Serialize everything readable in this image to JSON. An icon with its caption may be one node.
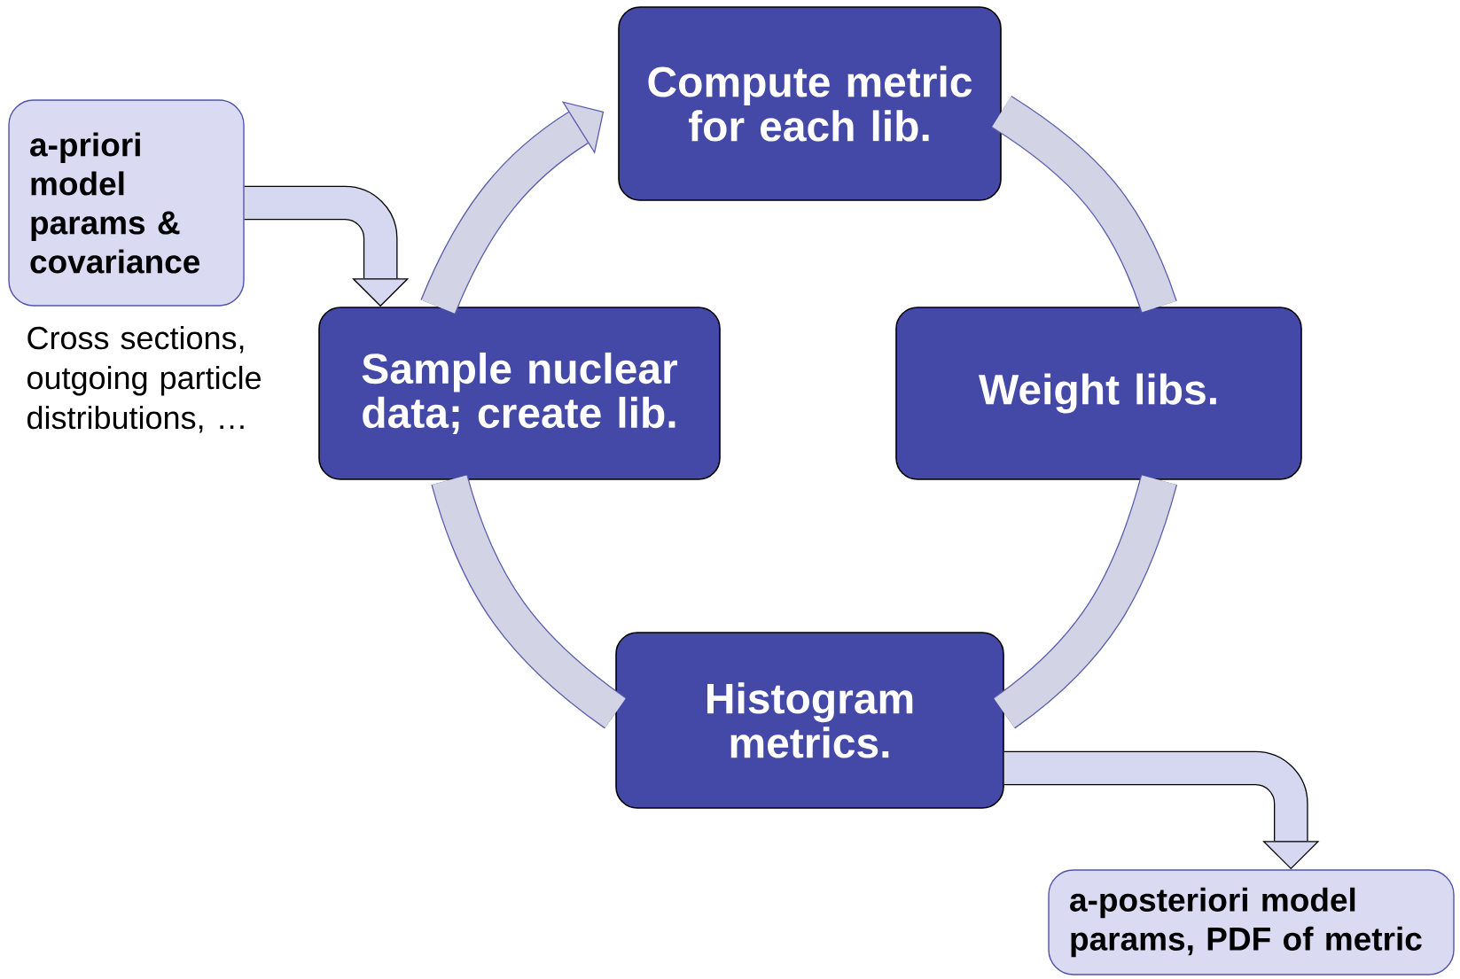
{
  "diagram": {
    "nodes": [
      {
        "text": [
          "a-priori model params & covariance"
        ],
        "beside": [
          "Cross sections, outgoing particle distributions, …"
        ]
      },
      {
        "text": [
          "Compute metric for each lib."
        ]
      },
      {
        "text": [
          "Sample nuclear data; create lib."
        ]
      },
      {
        "text": [
          "Weight libs."
        ]
      },
      {
        "text": [
          "Histogram metrics."
        ]
      },
      {
        "text": [
          "a-posteriori model params, PDF of metric"
        ]
      }
    ],
    "edges": [
      {
        "from": 0,
        "to": 2,
        "arrow": "to",
        "color": "#000000"
      },
      {
        "from": 2,
        "to": 1,
        "arrow": "to"
      },
      {
        "from": 1,
        "to": 3,
        "arrow": "none"
      },
      {
        "from": 3,
        "to": 4,
        "arrow": "none"
      },
      {
        "from": 4,
        "to": 2,
        "arrow": "none"
      },
      {
        "from": 4,
        "to": 5,
        "arrow": "to",
        "color": "#000000"
      }
    ]
  }
}
